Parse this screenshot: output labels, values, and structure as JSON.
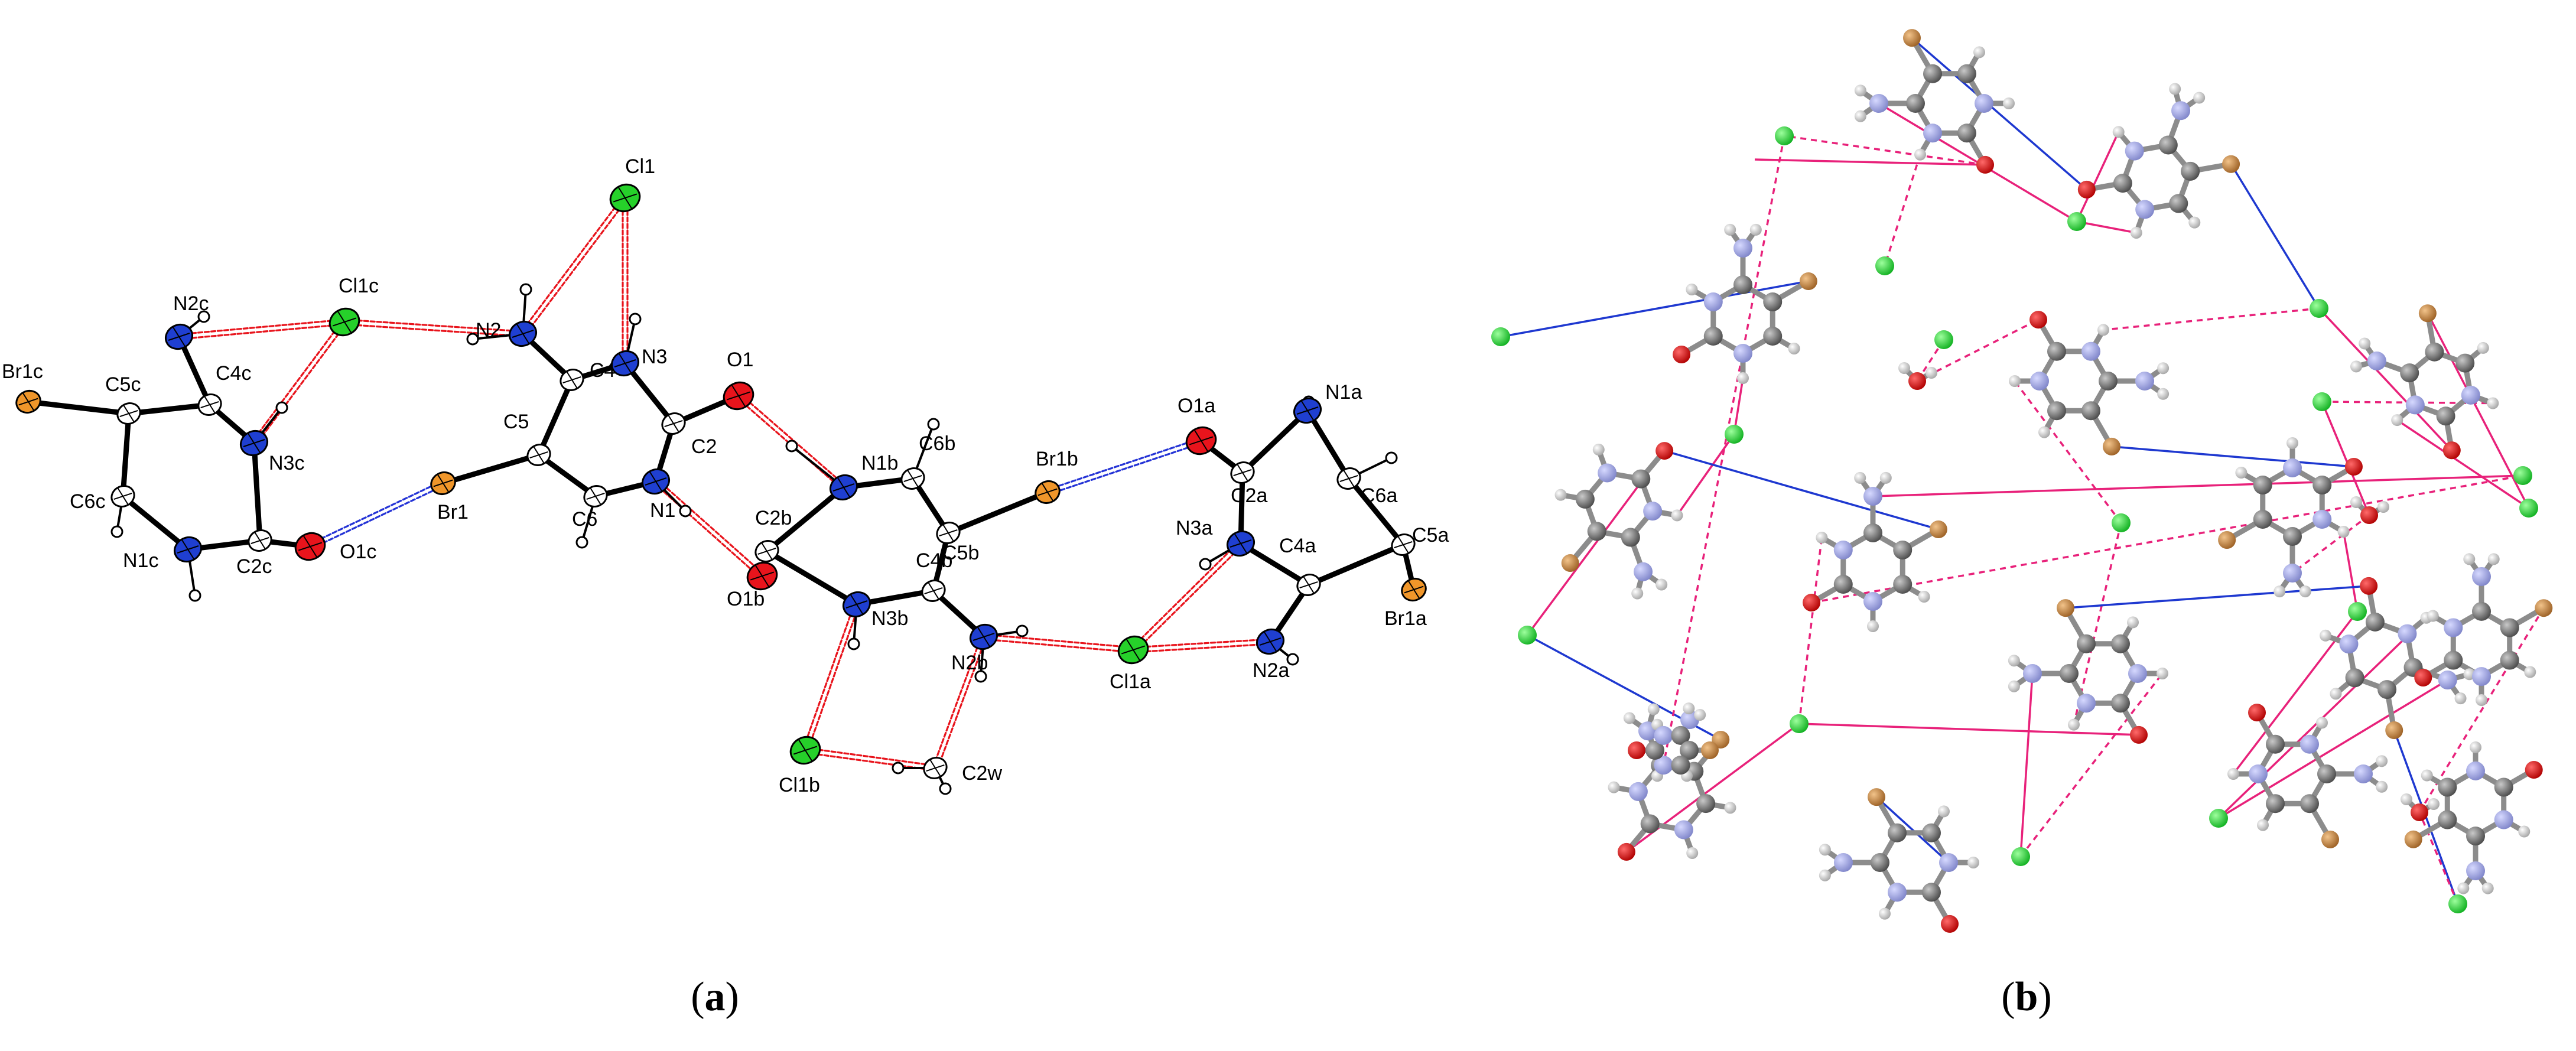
{
  "panel_a": {
    "caption_letter": "a",
    "atom_labels": [
      "Cl1",
      "N2c",
      "Cl1c",
      "N2",
      "Br1c",
      "C5c",
      "C4c",
      "C4",
      "N3",
      "O1",
      "N3c",
      "C5",
      "C2",
      "N1b",
      "C6b",
      "Br1b",
      "O1a",
      "N1a",
      "C6c",
      "Br1",
      "C6",
      "N1",
      "C2b",
      "C5b",
      "C2a",
      "C6a",
      "N1c",
      "C2c",
      "O1c",
      "N3a",
      "C5a",
      "C4b",
      "O1b",
      "N3b",
      "C4a",
      "Br1a",
      "N2b",
      "Cl1a",
      "N2a",
      "Cl1b",
      "C2w"
    ],
    "colors": {
      "carbon": "#ffffff",
      "nitrogen": "#1f3fd1",
      "oxygen": "#e8141c",
      "chlorine": "#26d12a",
      "bromine": "#f0962a",
      "hbond": "#e8141c",
      "halogen_bond": "#2433d6"
    }
  },
  "panel_b": {
    "caption_letter": "b",
    "colors": {
      "carbon": "#6e6e6e",
      "nitrogen": "#9a9ed9",
      "oxygen": "#d01010",
      "chlorine": "#23d135",
      "bromine": "#c3843a",
      "hydrogen": "#e2e2e2",
      "hbond": "#e8217a",
      "halogen_bond": "#1e38d0"
    }
  }
}
